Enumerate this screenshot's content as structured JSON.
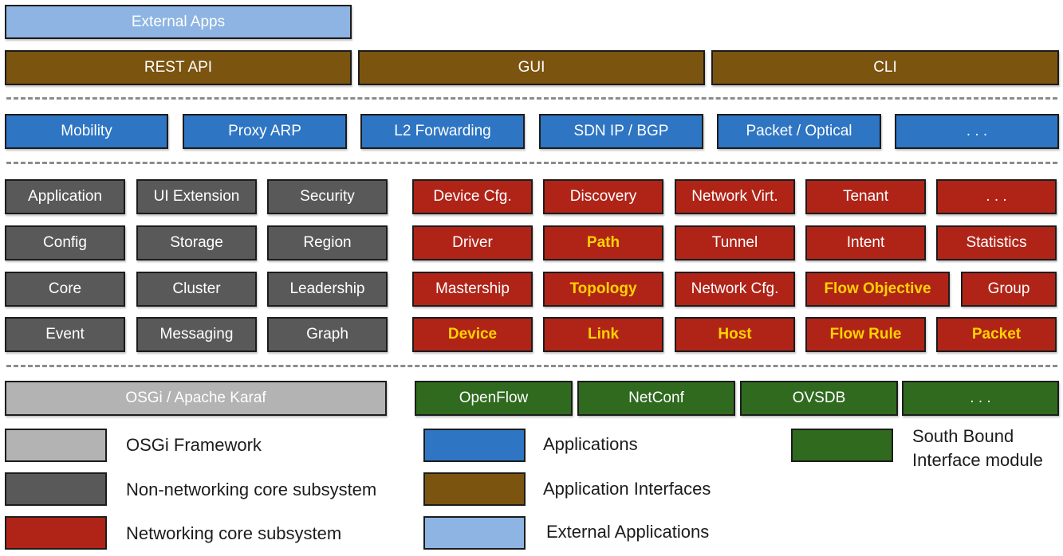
{
  "external": {
    "label": "External Apps"
  },
  "interfaces": [
    "REST API",
    "GUI",
    "CLI"
  ],
  "applications": [
    "Mobility",
    "Proxy ARP",
    "L2 Forwarding",
    "SDN IP / BGP",
    "Packet / Optical",
    ". . ."
  ],
  "non_networking": [
    [
      "Application",
      "UI Extension",
      "Security"
    ],
    [
      "Config",
      "Storage",
      "Region"
    ],
    [
      "Core",
      "Cluster",
      "Leadership"
    ],
    [
      "Event",
      "Messaging",
      "Graph"
    ]
  ],
  "networking": [
    [
      "Device Cfg.",
      "Discovery",
      "Network Virt.",
      "Tenant",
      ". . ."
    ],
    [
      "Driver",
      "Path",
      "Tunnel",
      "Intent",
      "Statistics"
    ],
    [
      "Mastership",
      "Topology",
      "Network Cfg.",
      "Flow Objective",
      "Group"
    ],
    [
      "Device",
      "Link",
      "Host",
      "Flow Rule",
      "Packet"
    ]
  ],
  "framework": {
    "label": "OSGi / Apache Karaf"
  },
  "southbound": [
    "OpenFlow",
    "NetConf",
    "OVSDB",
    ". . ."
  ],
  "legend": {
    "osgi": "OSGi Framework",
    "non_networking": "Non-networking core subsystem",
    "networking": "Networking core subsystem",
    "applications": "Applications",
    "interfaces": "Application Interfaces",
    "external": "External Applications",
    "southbound_line1": "South Bound",
    "southbound_line2": "Interface module"
  },
  "colors": {
    "external": "#8db4e2",
    "interfaces": "#7b5410",
    "applications": "#2e75c3",
    "non_networking": "#595959",
    "networking": "#b02418",
    "framework": "#b3b3b3",
    "southbound": "#2f6a1f",
    "highlight_text": "#ffd200"
  }
}
